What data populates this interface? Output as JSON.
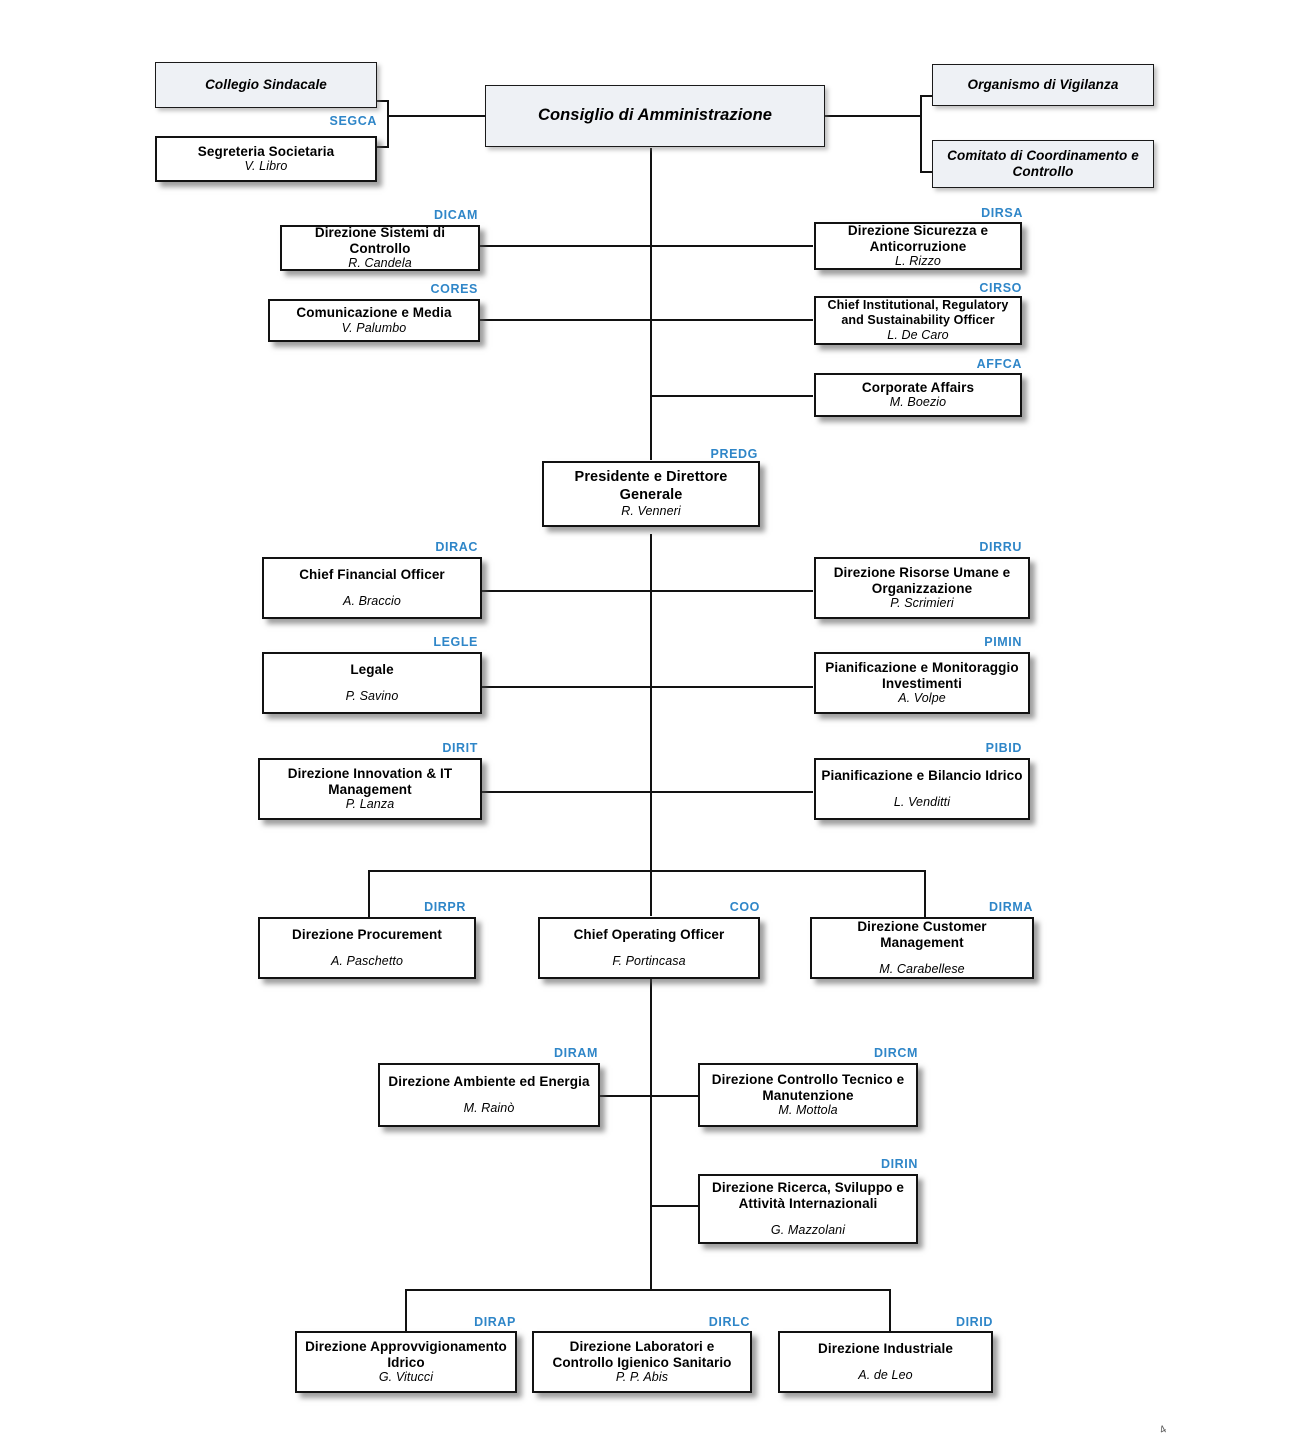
{
  "meta": {
    "accent_code_color": "#2f86c8",
    "line_color": "#121212",
    "committee_fill": "#eef1f5",
    "page_mark": "4"
  },
  "nodes": {
    "collegio_sindacale": {
      "code": "",
      "title": "Collegio Sindacale",
      "person": ""
    },
    "segreteria_societaria": {
      "code": "SEGCA",
      "title": "Segreteria Societaria",
      "person": "V. Libro"
    },
    "consiglio_amministrazione": {
      "code": "",
      "title": "Consiglio di Amministrazione",
      "person": ""
    },
    "organismo_vigilanza": {
      "code": "",
      "title": "Organismo di Vigilanza",
      "person": ""
    },
    "comitato_coordinamento": {
      "code": "",
      "title": "Comitato di Coordinamento e Controllo",
      "person": ""
    },
    "direzione_sistemi_controllo": {
      "code": "DICAM",
      "title": "Direzione Sistemi di Controllo",
      "person": "R. Candela"
    },
    "direzione_sicurezza": {
      "code": "DIRSA",
      "title": "Direzione Sicurezza e Anticorruzione",
      "person": "L. Rizzo"
    },
    "comunicazione_media": {
      "code": "CORES",
      "title": "Comunicazione e Media",
      "person": "V. Palumbo"
    },
    "chief_institutional": {
      "code": "CIRSO",
      "title": "Chief Institutional, Regulatory and Sustainability Officer",
      "person": "L. De Caro"
    },
    "corporate_affairs": {
      "code": "AFFCA",
      "title": "Corporate Affairs",
      "person": "M. Boezio"
    },
    "presidente_dg": {
      "code": "PREDG",
      "title": "Presidente e Direttore Generale",
      "person": "R. Venneri"
    },
    "chief_financial_officer": {
      "code": "DIRAC",
      "title": "Chief Financial Officer",
      "person": "A. Braccio"
    },
    "direzione_risorse_umane": {
      "code": "DIRRU",
      "title": "Direzione Risorse Umane e Organizzazione",
      "person": "P. Scrimieri"
    },
    "legale": {
      "code": "LEGLE",
      "title": "Legale",
      "person": "P. Savino"
    },
    "pianificazione_monitoraggio": {
      "code": "PIMIN",
      "title": "Pianificazione e Monitoraggio Investimenti",
      "person": "A. Volpe"
    },
    "direzione_innovation_it": {
      "code": "DIRIT",
      "title": "Direzione Innovation & IT Management",
      "person": "P. Lanza"
    },
    "pianificazione_bilancio_idrico": {
      "code": "PIBID",
      "title": "Pianificazione e Bilancio Idrico",
      "person": "L. Venditti"
    },
    "direzione_procurement": {
      "code": "DIRPR",
      "title": "Direzione Procurement",
      "person": "A. Paschetto"
    },
    "chief_operating_officer": {
      "code": "COO",
      "title": "Chief Operating Officer",
      "person": "F. Portincasa"
    },
    "direzione_customer_management": {
      "code": "DIRMA",
      "title": "Direzione Customer Management",
      "person": "M. Carabellese"
    },
    "direzione_ambiente_energia": {
      "code": "DIRAM",
      "title": "Direzione Ambiente ed Energia",
      "person": "M. Rainò"
    },
    "direzione_controllo_tecnico": {
      "code": "DIRCM",
      "title": "Direzione Controllo Tecnico e Manutenzione",
      "person": "M. Mottola"
    },
    "direzione_ricerca_sviluppo": {
      "code": "DIRIN",
      "title": "Direzione Ricerca, Sviluppo e Attività Internazionali",
      "person": "G. Mazzolani"
    },
    "direzione_approvvigionamento": {
      "code": "DIRAP",
      "title": "Direzione Approvvigionamento Idrico",
      "person": "G. Vitucci"
    },
    "direzione_laboratori": {
      "code": "DIRLC",
      "title": "Direzione Laboratori e Controllo Igienico Sanitario",
      "person": "P. P. Abis"
    },
    "direzione_industriale": {
      "code": "DIRID",
      "title": "Direzione Industriale",
      "person": "A. de Leo"
    }
  }
}
